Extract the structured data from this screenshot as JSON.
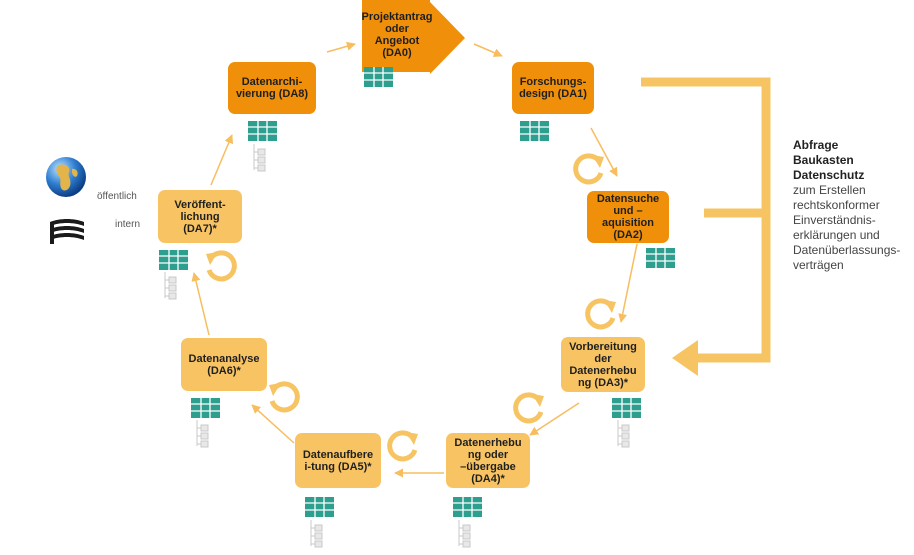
{
  "colors": {
    "dark_orange": "#ef8f0a",
    "light_orange": "#f8c463",
    "connector": "#f7bd5e",
    "table_teal": "#2e9e8f"
  },
  "nodes": [
    {
      "id": "DA0",
      "label": "Projektantrag\noder Angebot\n(DA0)"
    },
    {
      "id": "DA1",
      "label": "Forschungs-\ndesign (DA1)"
    },
    {
      "id": "DA2",
      "label": "Datensuche\nund –\naquisition\n(DA2)"
    },
    {
      "id": "DA3",
      "label": "Vorbereitung\nder\nDatenerhebu\nng (DA3)*"
    },
    {
      "id": "DA4",
      "label": "Datenerhebu\nng oder\n–übergabe\n(DA4)*"
    },
    {
      "id": "DA5",
      "label": "Datenaufbere\ni-tung (DA5)*"
    },
    {
      "id": "DA6",
      "label": "Datenanalyse\n(DA6)*"
    },
    {
      "id": "DA7",
      "label": "Veröffent-\nlichung\n(DA7)*"
    },
    {
      "id": "DA8",
      "label": "Datenarchi-\nvierung (DA8)"
    }
  ],
  "sidebar": {
    "title": "Abfrage\nBaukasten\nDatenschutz",
    "body": "zum Erstellen\nrechtskonformer\nEinverständnis-\nerklärungen und\nDatenüberlassungs-\nverträgen"
  },
  "legend": {
    "public_label": "öffentlich",
    "public_icon": "globe-icon",
    "internal_label": "intern",
    "internal_icon": "building-icon"
  }
}
